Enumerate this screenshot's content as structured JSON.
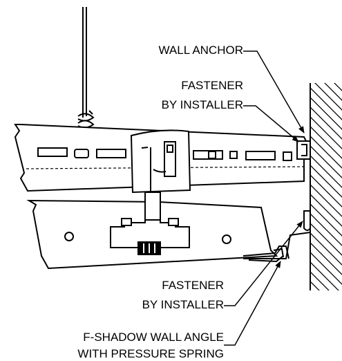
{
  "labels": {
    "wall_anchor": "WALL ANCHOR",
    "fastener_top_line1": "FASTENER",
    "fastener_top_line2": "BY INSTALLER",
    "fastener_bottom_line1": "FASTENER",
    "fastener_bottom_line2": "BY INSTALLER",
    "wall_angle_line1": "F-SHADOW WALL ANGLE",
    "wall_angle_line2": "WITH PRESSURE SPRING"
  },
  "colors": {
    "ink": "#000000",
    "background": "#ffffff"
  }
}
